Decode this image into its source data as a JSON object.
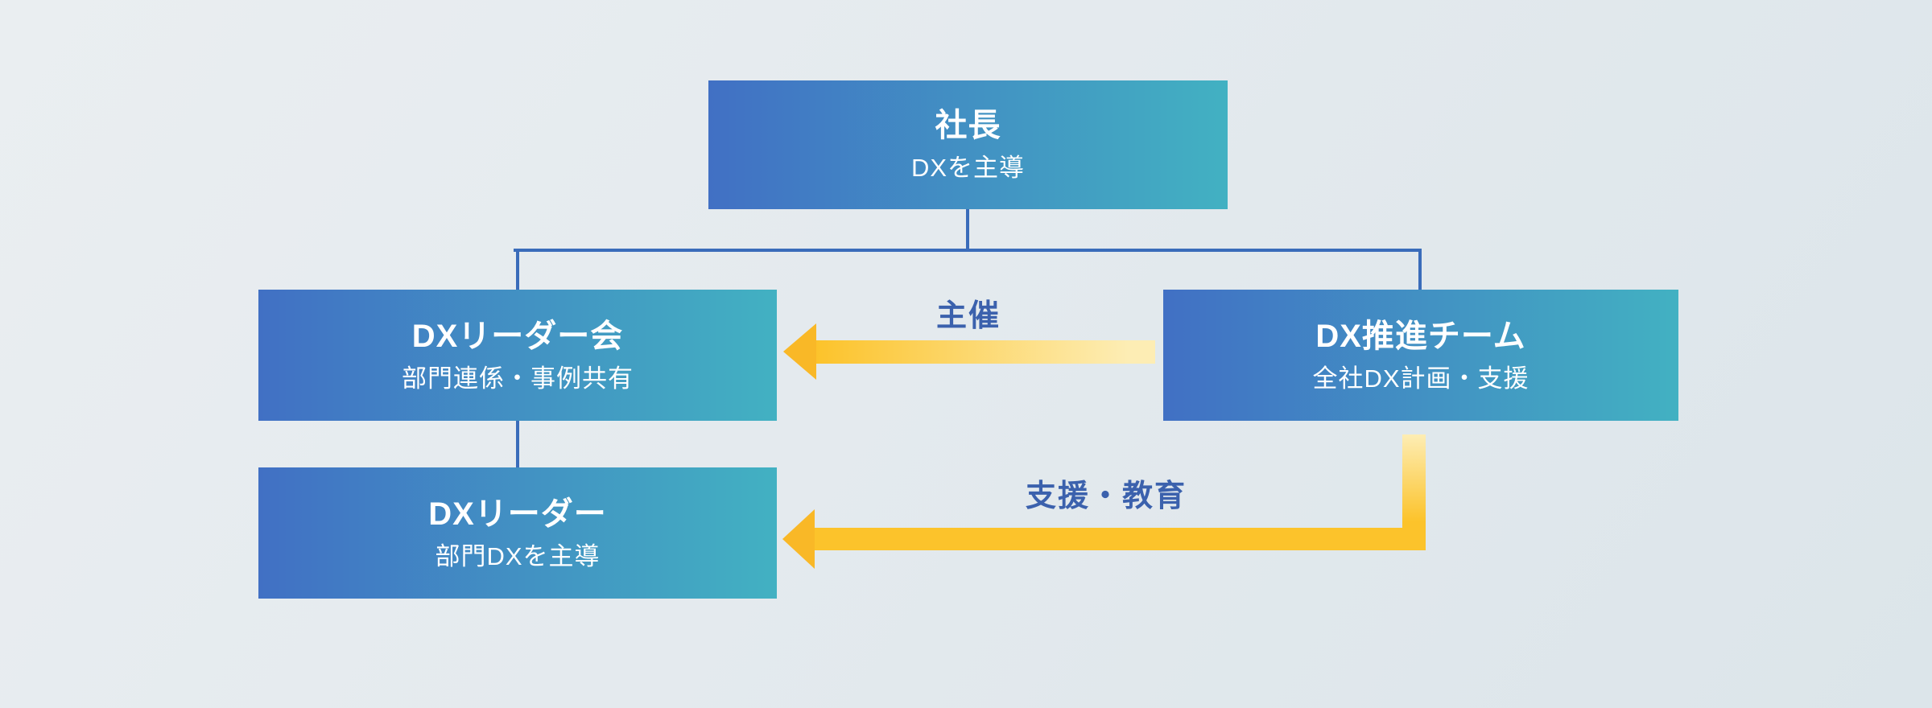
{
  "nodes": {
    "president": {
      "title": "社長",
      "subtitle": "DXを主導"
    },
    "leaders_meeting": {
      "title": "DXリーダー会",
      "subtitle": "部門連係・事例共有"
    },
    "promotion_team": {
      "title": "DX推進チーム",
      "subtitle": "全社DX計画・支援"
    },
    "leader": {
      "title": "DXリーダー",
      "subtitle": "部門DXを主導"
    }
  },
  "arrows": {
    "host": {
      "label": "主催"
    },
    "support": {
      "label": "支援・教育"
    }
  },
  "colors": {
    "node_gradient_start": "#4170c4",
    "node_gradient_end": "#42b1c2",
    "node_text": "#ffffff",
    "connector": "#3a6cba",
    "arrow_gold": "#fcc32b",
    "arrow_gold_deep": "#f9b827",
    "arrow_gold_light": "#fdedb4",
    "arrow_label": "#3b61ad",
    "background_start": "#eaeef1",
    "background_mid": "#e4eaee",
    "background_end": "#dce5ea"
  }
}
